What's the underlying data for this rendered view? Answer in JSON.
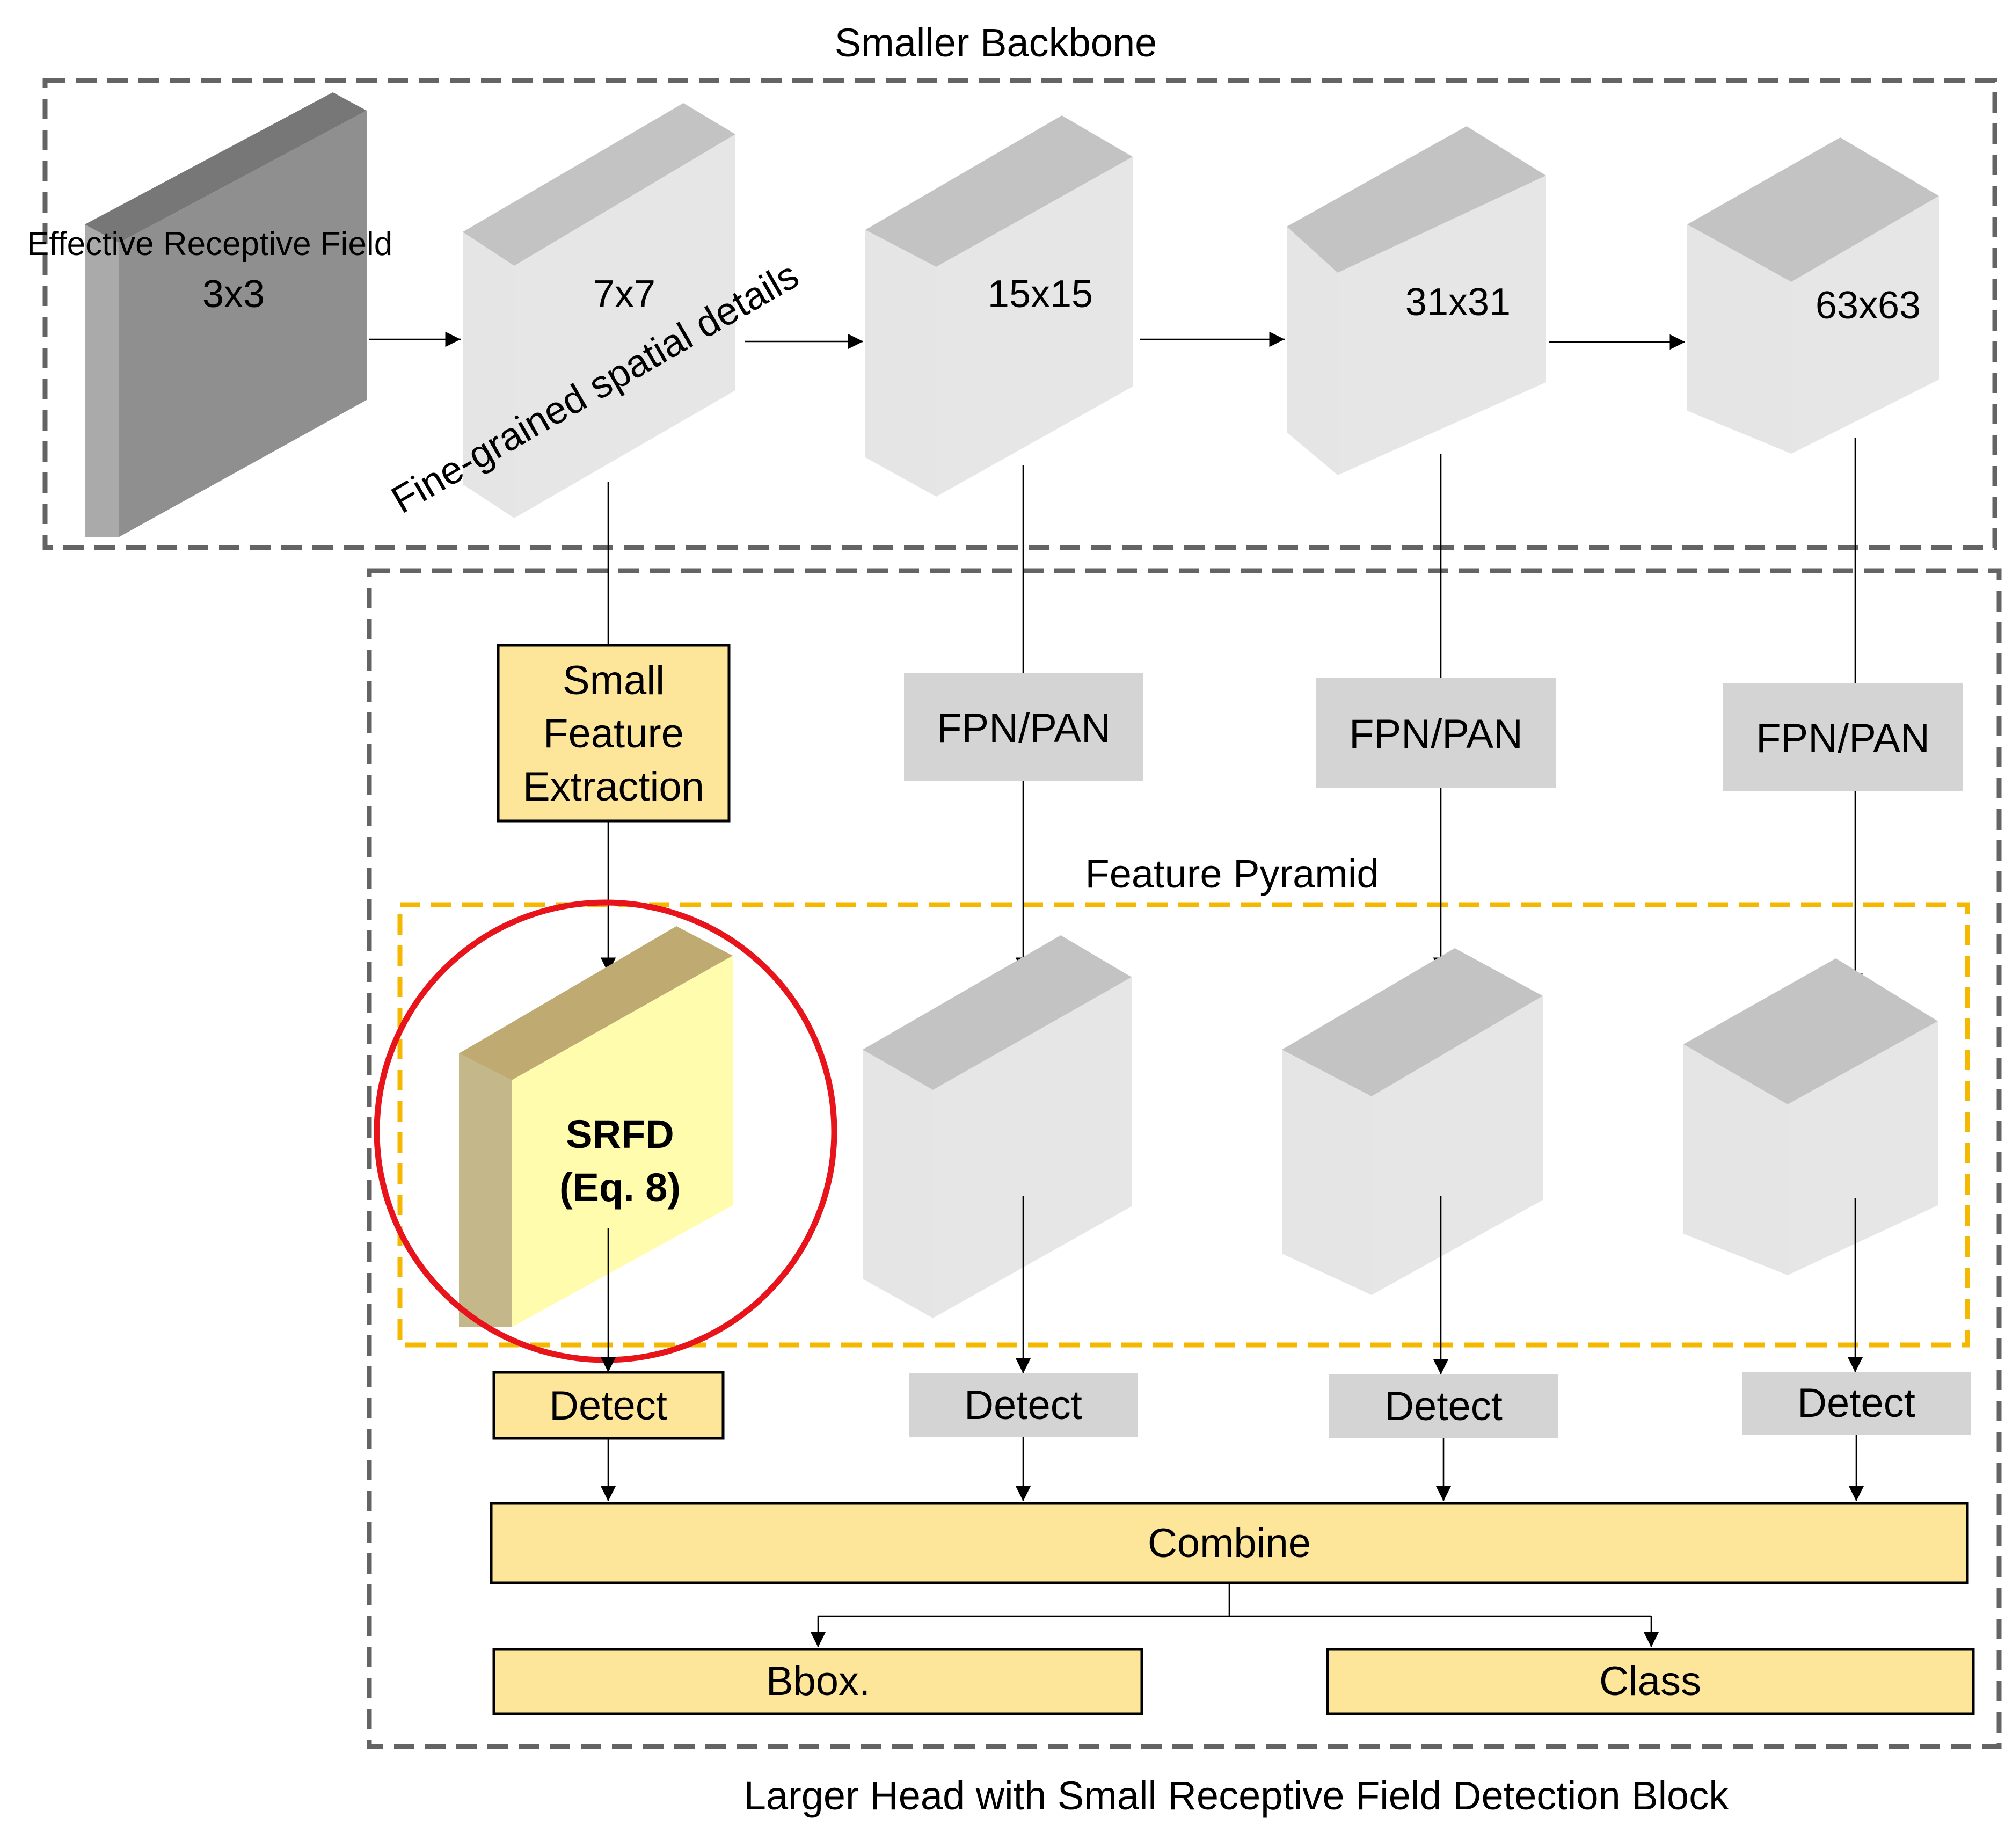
{
  "backbone": {
    "title": "Smaller Backbone",
    "receptive_field_label": "Effective Receptive Field",
    "annotation": "Fine-grained spatial details",
    "stages": [
      "3x3",
      "7x7",
      "15x15",
      "31x31",
      "63x63"
    ]
  },
  "head": {
    "title": "Larger Head with Small Receptive Field Detection Block",
    "small_feature_box": [
      "Small",
      "Feature",
      "Extraction"
    ],
    "fpn_label": "FPN/PAN",
    "pyramid_title": "Feature Pyramid",
    "srfd_lines": [
      "SRFD",
      "(Eq. 8)"
    ],
    "detect_label": "Detect",
    "combine_label": "Combine",
    "outputs": [
      "Bbox.",
      "Class"
    ]
  },
  "colors": {
    "highlight_circle": "#e8141b",
    "pyramid_border": "#f5b800",
    "box_yellow": "#fde59a",
    "box_gray": "#d4d4d4",
    "srfd_front": "#fffcad"
  }
}
